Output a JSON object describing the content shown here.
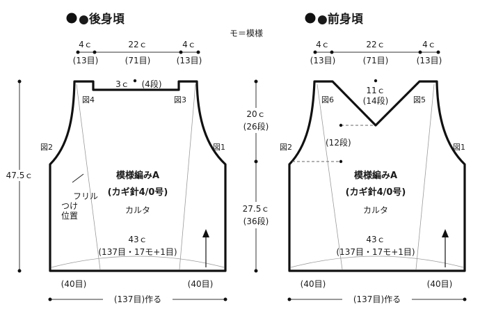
{
  "legend": "モ＝模様",
  "back": {
    "title": "●後身頃",
    "shoulder_width": "4ｃ",
    "shoulder_stitches": "(13目)",
    "neck_width": "22ｃ",
    "neck_stitches": "(71目)",
    "neck_depth": "3ｃ",
    "neck_rows": "(4段)",
    "fig3": "図3",
    "fig4": "図4",
    "fig1": "図1",
    "fig2": "図2",
    "height": "47.5ｃ",
    "frill_lines": [
      "フリル",
      "つけ",
      "位置"
    ],
    "pattern_name": "模様編みA",
    "hook": "(カギ針4/0号)",
    "yarn": "カルタ",
    "width": "43ｃ",
    "width_stitches": "(137目・17モ+1目)",
    "side_stitches": "(40目)",
    "start": "(137目)作る"
  },
  "front": {
    "title": "●前身頃",
    "shoulder_width": "4ｃ",
    "shoulder_stitches": "(13目)",
    "neck_width": "22ｃ",
    "neck_stitches": "(71目)",
    "v_depth": "11ｃ",
    "v_rows": "(14段)",
    "armhole_height": "20ｃ",
    "armhole_rows": "(26段)",
    "mid_rows": "(12段)",
    "body_height": "27.5ｃ",
    "body_rows": "(36段)",
    "fig5": "図5",
    "fig6": "図6",
    "fig1": "図1",
    "fig2": "図2",
    "pattern_name": "模様編みA",
    "hook": "(カギ針4/0号)",
    "yarn": "カルタ",
    "width": "43ｃ",
    "width_stitches": "(137目・17モ+1目)",
    "side_stitches": "(40目)",
    "start": "(137目)作る"
  }
}
